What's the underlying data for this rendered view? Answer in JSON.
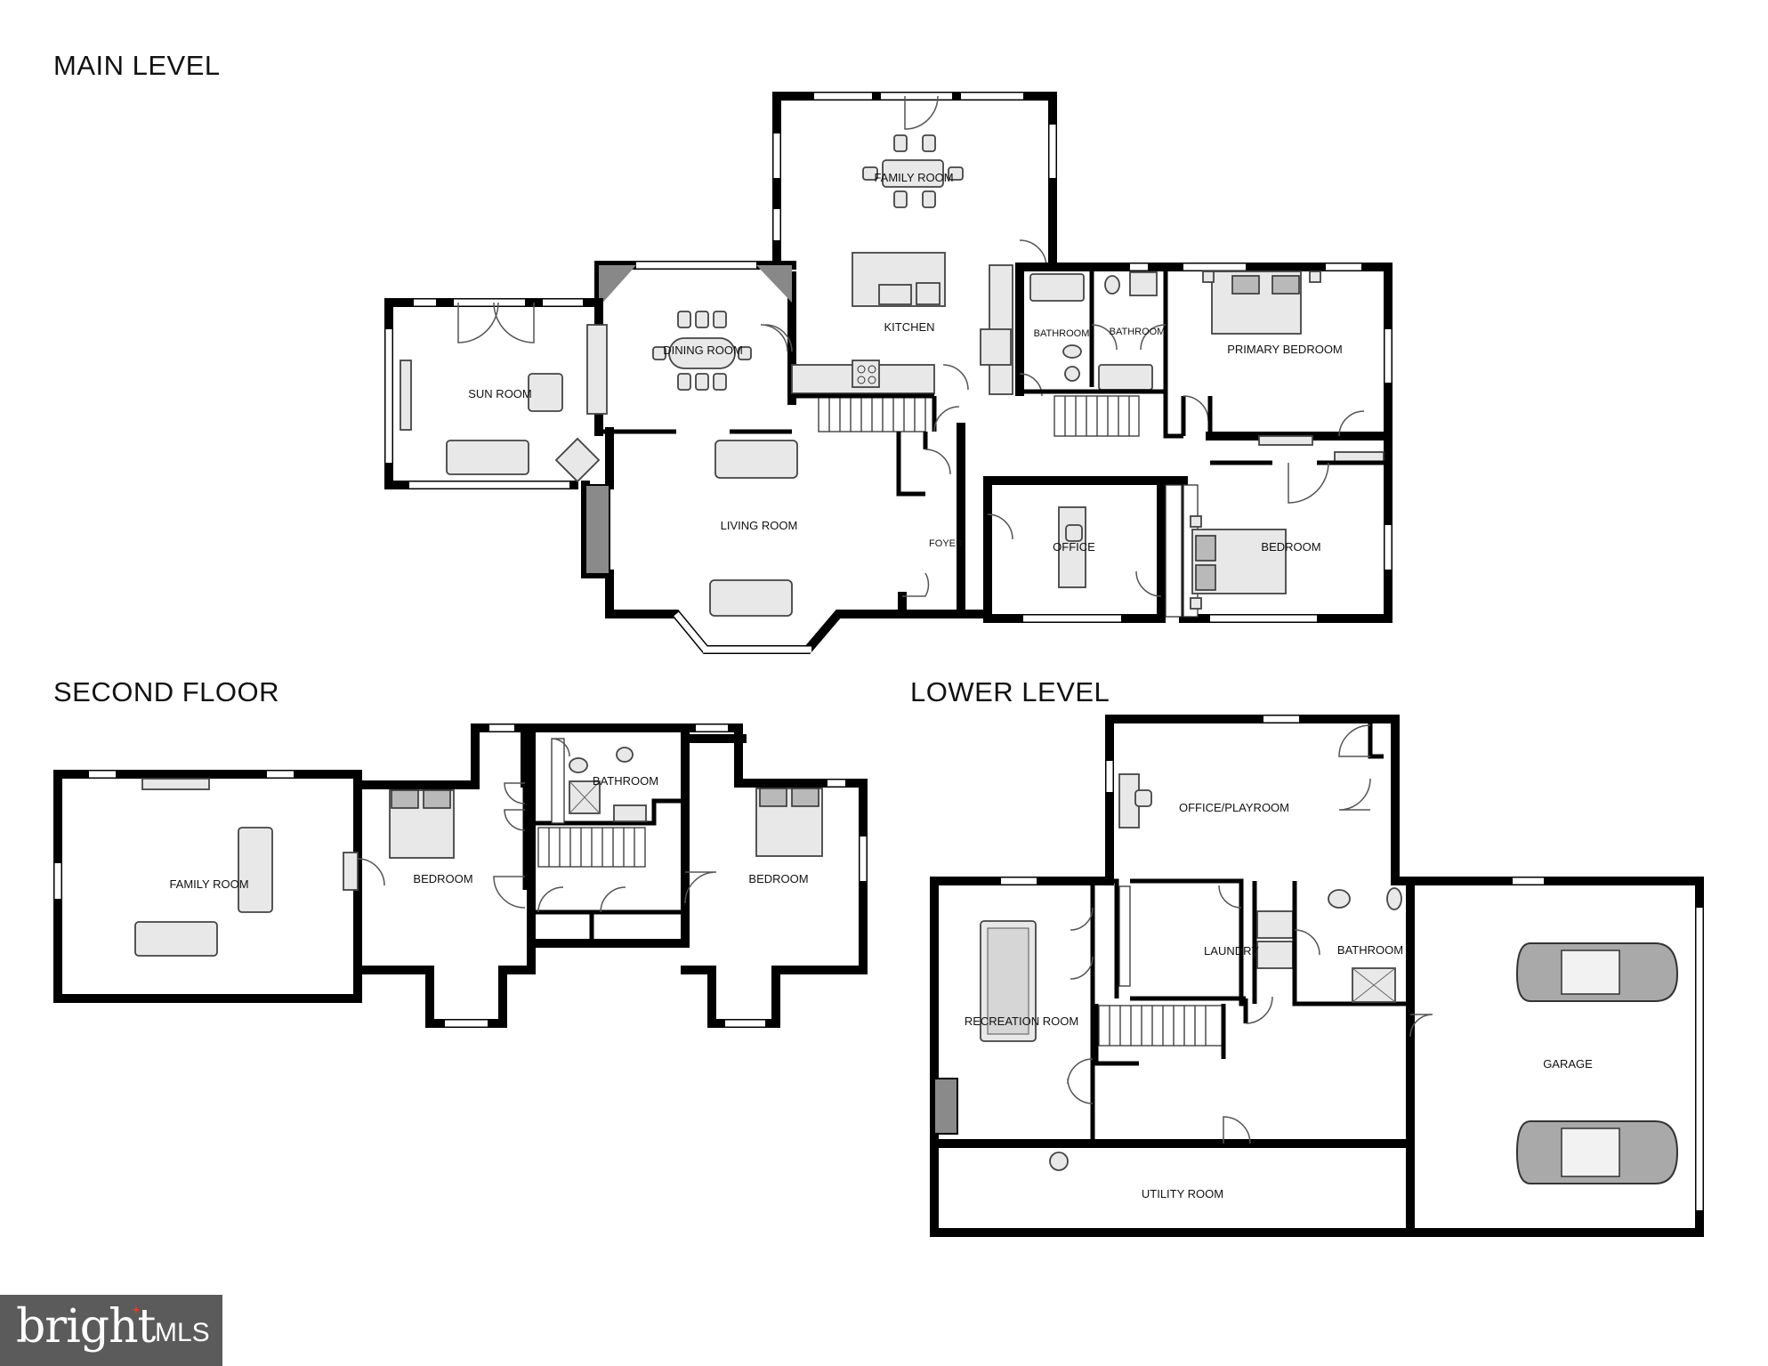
{
  "levels": {
    "main": "MAIN LEVEL",
    "second": "SECOND FLOOR",
    "lower": "LOWER LEVEL"
  },
  "rooms": {
    "family_room_main": "FAMILY ROOM",
    "kitchen": "KITCHEN",
    "dining_room": "DINING ROOM",
    "sun_room": "SUN ROOM",
    "living_room": "LIVING ROOM",
    "foyer": "FOYER",
    "office_main": "OFFICE",
    "bathroom_main_1": "BATHROOM",
    "bathroom_main_2": "BATHROOM",
    "primary_bedroom": "PRIMARY BEDROOM",
    "bedroom_main": "BEDROOM",
    "family_room_second": "FAMILY ROOM",
    "bedroom_second_1": "BEDROOM",
    "bathroom_second": "BATHROOM",
    "bedroom_second_2": "BEDROOM",
    "office_playroom": "OFFICE/PLAYROOM",
    "recreation_room": "RECREATION ROOM",
    "laundry": "LAUNDRY",
    "bathroom_lower": "BATHROOM",
    "garage": "GARAGE",
    "utility_room": "UTILITY ROOM"
  },
  "logo": {
    "brand": "bright",
    "suffix": "MLS",
    "accent": "#e0402f"
  },
  "colors": {
    "wall": "#000000",
    "fixture": "#e8e8e8",
    "fixture_dark": "#b9b9b9",
    "logo_bg": "#5b5b5b"
  }
}
